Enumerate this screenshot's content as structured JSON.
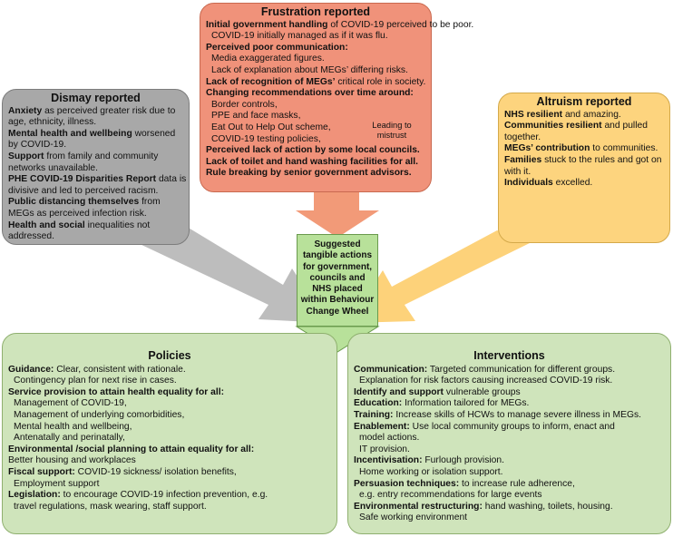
{
  "frustration": {
    "title": "Frustration reported",
    "lines": [
      {
        "b": "Initial government handling",
        "t": " of COVID-19 perceived to be poor."
      },
      {
        "b": "",
        "t": "COVID-19 initially managed as if it was flu.",
        "ind": true
      },
      {
        "b": "Perceived poor communication:",
        "t": ""
      },
      {
        "b": "",
        "t": "Media exaggerated figures.",
        "ind": true
      },
      {
        "b": "",
        "t": "Lack of explanation about MEGs’ differing risks.",
        "ind": true
      },
      {
        "b": "Lack of recognition of MEGs’",
        "t": " critical role in society."
      },
      {
        "b": "Changing recommendations over time around:",
        "t": ""
      },
      {
        "b": "",
        "t": "Border controls,",
        "ind": true
      },
      {
        "b": "",
        "t": "PPE and face masks,",
        "ind": true
      },
      {
        "b": "",
        "t": "Eat Out to Help Out scheme,",
        "ind": true
      },
      {
        "b": "",
        "t": "COVID-19 testing policies,",
        "ind": true
      },
      {
        "b": "Perceived lack of action by some local councils.",
        "t": ""
      },
      {
        "b": "Lack of toilet and hand washing facilities for all.",
        "t": ""
      },
      {
        "b": "Rule breaking by senior government advisors.",
        "t": ""
      }
    ],
    "leading_note": "Leading to mistrust"
  },
  "dismay": {
    "title": "Dismay reported",
    "lines": [
      {
        "b": "Anxiety",
        "t": " as perceived greater risk due to"
      },
      {
        "b": "",
        "t": "age, ethnicity, illness."
      },
      {
        "b": "Mental health and wellbeing",
        "t": " worsened"
      },
      {
        "b": "",
        "t": "by COVID-19."
      },
      {
        "b": "Support",
        "t": " from family and community"
      },
      {
        "b": "",
        "t": "networks unavailable."
      },
      {
        "b": "PHE COVID-19 Disparities Report",
        "t": " data is"
      },
      {
        "b": "",
        "t": "divisive and led to perceived racism."
      },
      {
        "b": "Public distancing themselves",
        "t": " from"
      },
      {
        "b": "",
        "t": "MEGs as perceived infection risk."
      },
      {
        "b": "Health and social",
        "t": " inequalities not"
      },
      {
        "b": "",
        "t": "addressed."
      }
    ]
  },
  "altruism": {
    "title": "Altruism reported",
    "lines": [
      {
        "b": "NHS resilient",
        "t": " and amazing."
      },
      {
        "b": "Communities resilient",
        "t": " and  pulled"
      },
      {
        "b": "",
        "t": "together."
      },
      {
        "b": "MEGs’ contribution",
        "t": " to communities."
      },
      {
        "b": "Families",
        "t": " stuck to the rules and got on"
      },
      {
        "b": "",
        "t": "with it."
      },
      {
        "b": "Individuals",
        "t": " excelled."
      }
    ]
  },
  "center": {
    "text": "Suggested tangible actions for government, councils and NHS placed within Behaviour Change Wheel"
  },
  "policies": {
    "title": "Policies",
    "lines": [
      {
        "b": "Guidance:",
        "t": " Clear, consistent with rationale."
      },
      {
        "b": "",
        "t": "Contingency plan for next rise in cases.",
        "ind": true
      },
      {
        "b": "Service provision to attain health equality for all:",
        "t": ""
      },
      {
        "b": "",
        "t": "Management of COVID-19,",
        "ind": true
      },
      {
        "b": "",
        "t": "Management of underlying comorbidities,",
        "ind": true
      },
      {
        "b": "",
        "t": "Mental health and wellbeing,",
        "ind": true
      },
      {
        "b": "",
        "t": "Antenatally and perinatally,",
        "ind": true
      },
      {
        "b": "Environmental /social planning to attain equality for all:",
        "t": ""
      },
      {
        "b": "",
        "t": "Better housing and workplaces"
      },
      {
        "b": "Fiscal support:",
        "t": " COVID-19 sickness/ isolation benefits,"
      },
      {
        "b": "",
        "t": "Employment support",
        "ind": true
      },
      {
        "b": "Legislation:",
        "t": " to encourage COVID-19 infection prevention, e.g."
      },
      {
        "b": "",
        "t": "travel regulations, mask wearing, staff support.",
        "ind": true
      }
    ]
  },
  "interventions": {
    "title": "Interventions",
    "lines": [
      {
        "b": "Communication:",
        "t": " Targeted communication for different groups."
      },
      {
        "b": "",
        "t": "Explanation for risk factors causing increased COVID-19 risk.",
        "ind": true
      },
      {
        "b": "Identify and support",
        "t": " vulnerable groups"
      },
      {
        "b": "Education:",
        "t": " Information tailored for MEGs."
      },
      {
        "b": "Training:",
        "t": " Increase skills of HCWs to manage severe illness in MEGs."
      },
      {
        "b": "Enablement:",
        "t": " Use local community groups to inform, enact and"
      },
      {
        "b": "",
        "t": "model actions.",
        "ind": true
      },
      {
        "b": "",
        "t": "IT provision.",
        "ind": true
      },
      {
        "b": "Incentivisation:",
        "t": " Furlough provision."
      },
      {
        "b": "",
        "t": "Home working or isolation support.",
        "ind": true
      },
      {
        "b": "Persuasion techniques:",
        "t": " to increase rule adherence,"
      },
      {
        "b": "",
        "t": "e.g. entry recommendations for large events",
        "ind": true
      },
      {
        "b": "Environmental restructuring:",
        "t": " hand washing, toilets, housing."
      },
      {
        "b": "",
        "t": "Safe working environment",
        "ind": true
      }
    ]
  },
  "colors": {
    "frustration": "#f0927a",
    "frustration_arrow": "#f29a78",
    "dismay": "#a8a8a8",
    "dismay_arrow": "#bdbdbd",
    "altruism": "#fdd47e",
    "altruism_arrow": "#fdd27a",
    "center": "#b8e19a",
    "policies": "#cfe4bb",
    "interventions": "#cfe4bb"
  }
}
